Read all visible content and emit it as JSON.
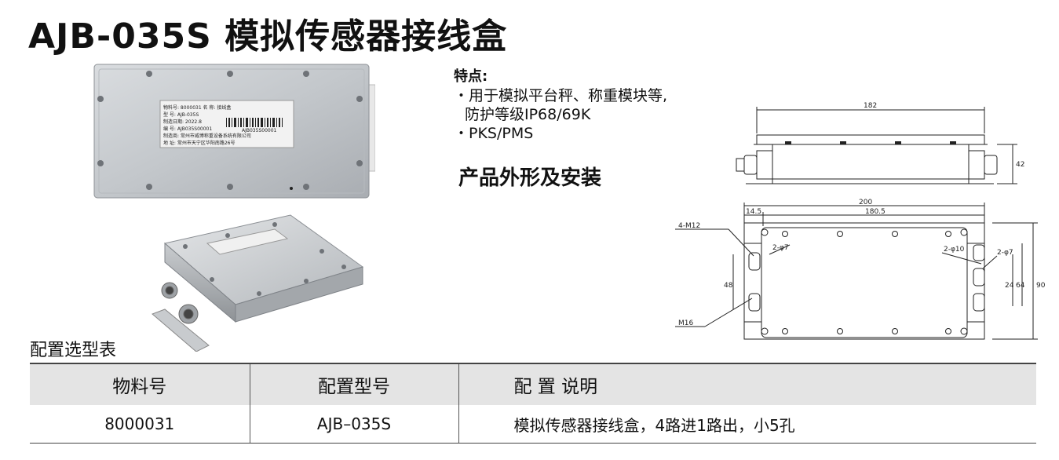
{
  "title": "AJB-035S 模拟传感器接线盒",
  "label": {
    "line1": "物料号: 8000031   名 称: 接线盒",
    "line2": "型 号: AJB-035S",
    "line3": "制造日期: 2022.8",
    "line4": "编 号: AJB035S00001",
    "line5": "制造商: 常州市威博称重设备系统有限公司",
    "line6": "地 址: 常州市天宁区华阳南路26号",
    "serial": "AJB035S00001"
  },
  "features": {
    "heading": "特点:",
    "item1a": "・用于模拟平台秤、称重模块等,",
    "item1b": "防护等级IP68/69K",
    "item2": "・PKS/PMS"
  },
  "shape_title": "产品外形及安装",
  "drawing": {
    "side_width": "182",
    "side_height": "42",
    "total_length": "200",
    "hole_pitch": "180.5",
    "offset": "14.5",
    "mount_holes": "4-M12",
    "gland_left": "2-φ7",
    "gland_right_big": "2-φ10",
    "gland_right_small": "2-φ7",
    "m16": "M16",
    "dim_48": "48",
    "dim_24": "24",
    "dim_64": "64",
    "dim_90": "90"
  },
  "config": {
    "title": "配置选型表",
    "headers": [
      "物料号",
      "配置型号",
      "配 置 说明"
    ],
    "rows": [
      [
        "8000031",
        "AJB–035S",
        "模拟传感器接线盒，4路进1路出，小5孔"
      ]
    ]
  }
}
